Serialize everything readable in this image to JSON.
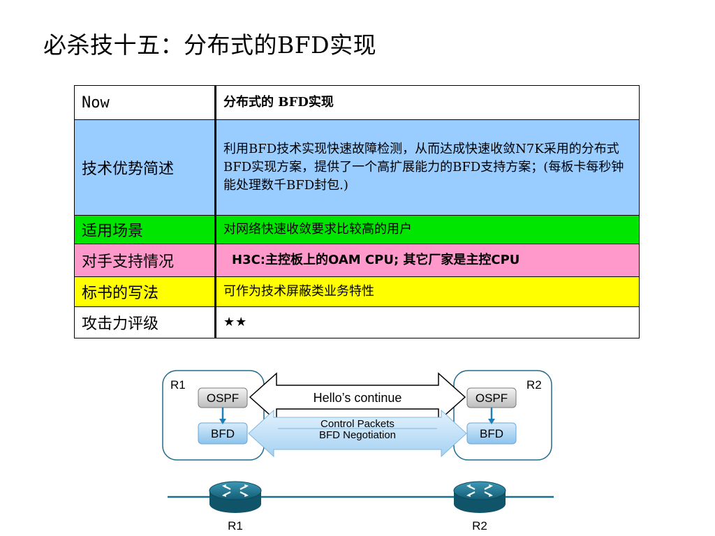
{
  "title": "必杀技十五：分布式的BFD实现",
  "table": {
    "rows": [
      {
        "key": "Now",
        "value": "分布式的 BFD实现"
      },
      {
        "key": "技术优势简述",
        "value": "利用BFD技术实现快速故障检测，从而达成快速收敛N7K采用的分布式BFD实现方案，提供了一个高扩展能力的BFD支持方案；(每板卡每秒钟能处理数千BFD封包.)"
      },
      {
        "key": "适用场景",
        "value": "对网络快速收敛要求比较高的用户"
      },
      {
        "key": "对手支持情况",
        "value": "H3C:主控板上的OAM CPU; 其它厂家是主控CPU"
      },
      {
        "key": "标书的写法",
        "value": "可作为技术屏蔽类业务特性"
      },
      {
        "key": "攻击力评级",
        "value": "★★"
      }
    ]
  },
  "diagram": {
    "left_box_label": "R1",
    "right_box_label": "R2",
    "ospf_label": "OSPF",
    "bfd_label": "BFD",
    "hello_label": "Hello’s continue",
    "control_label": "Control Packets",
    "negotiation_label": "BFD Negotiation",
    "router_left_label": "R1",
    "router_right_label": "R2"
  },
  "colors": {
    "blue_row": "#99ccff",
    "green_row": "#00e600",
    "pink_row": "#ff99cc",
    "yellow_row": "#ffff00",
    "star": "#e00000",
    "router": "#1a6f8a"
  }
}
